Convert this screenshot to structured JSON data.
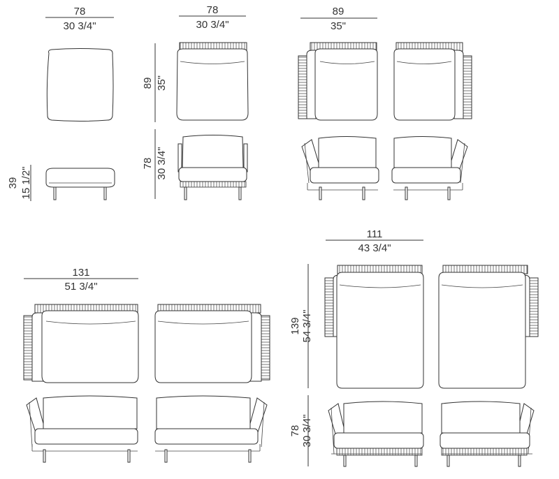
{
  "dimensions": {
    "pouf_width": {
      "metric": "78",
      "imperial": "30 3/4\""
    },
    "chair_width": {
      "metric": "78",
      "imperial": "30 3/4\""
    },
    "arm_module_width": {
      "metric": "89",
      "imperial": "35\""
    },
    "depth": {
      "metric": "89",
      "imperial": "35\""
    },
    "chair_height": {
      "metric": "78",
      "imperial": "30 3/4\""
    },
    "pouf_height": {
      "metric": "39",
      "imperial": "15 1/2\""
    },
    "sofa_width": {
      "metric": "131",
      "imperial": "51 3/4\""
    },
    "chaise_width": {
      "metric": "111",
      "imperial": "43 3/4\""
    },
    "chaise_depth": {
      "metric": "139",
      "imperial": "54 3/4\""
    },
    "chaise_height": {
      "metric": "78",
      "imperial": "30 3/4\""
    }
  },
  "colors": {
    "line": "#333333",
    "background": "#ffffff"
  }
}
